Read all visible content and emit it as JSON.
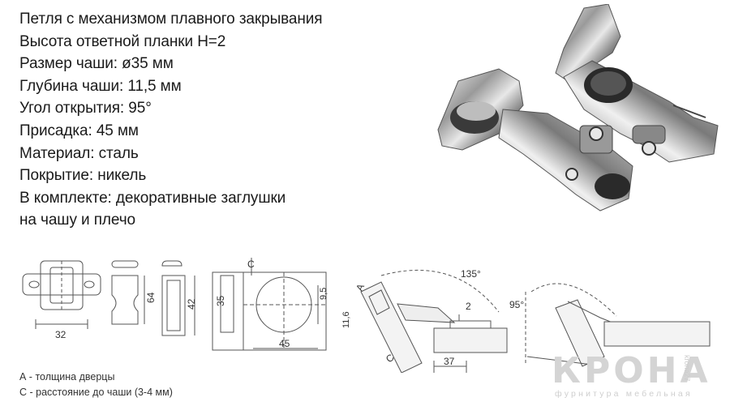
{
  "specs": [
    "Петля с механизмом плавного закрывания",
    "Высота ответной планки H=2",
    "Размер чаши: ø35 мм",
    "Глубина чаши: 11,5 мм",
    "Угол открытия:  95°",
    "Присадка: 45 мм",
    "Материал: сталь",
    "Покрытие: никель",
    "В комплекте: декоративные заглушки",
    "на чашу и плечо"
  ],
  "dimensions": {
    "plate_width": "32",
    "cap_height_64": "64",
    "cap_height_42": "42",
    "cup_offset": "35",
    "cup_drill": "45",
    "cup_depth": "9,5",
    "label_c": "C",
    "label_a": "A",
    "door_thickness": "11,6",
    "angle_135": "135°",
    "plate_h": "2",
    "plate_37": "37",
    "angle_95": "95°"
  },
  "notes": [
    "А - толщина дверцы",
    "С - расстояние до чаши (3-4 мм)"
  ],
  "logo": {
    "word": "КРОНА",
    "subtitle": "фурнитура мебельная",
    "site": "krona27"
  }
}
